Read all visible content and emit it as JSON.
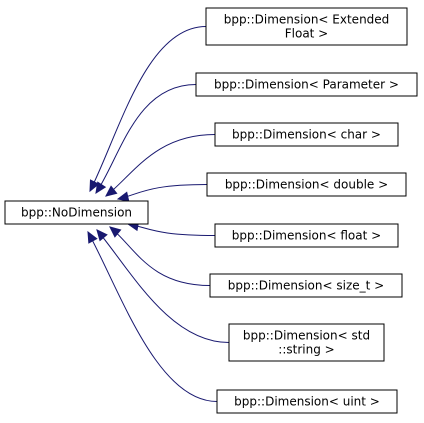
{
  "diagram": {
    "type": "inheritance-graph",
    "base_class": {
      "id": "base",
      "label": "bpp::NoDimension"
    },
    "derived_classes": [
      {
        "id": "d0",
        "lines": [
          "bpp::Dimension< Extended",
          "Float >"
        ]
      },
      {
        "id": "d1",
        "lines": [
          "bpp::Dimension< Parameter >"
        ]
      },
      {
        "id": "d2",
        "lines": [
          "bpp::Dimension< char >"
        ]
      },
      {
        "id": "d3",
        "lines": [
          "bpp::Dimension< double >"
        ]
      },
      {
        "id": "d4",
        "lines": [
          "bpp::Dimension< float >"
        ]
      },
      {
        "id": "d5",
        "lines": [
          "bpp::Dimension< size_t >"
        ]
      },
      {
        "id": "d6",
        "lines": [
          "bpp::Dimension< std",
          "::string >"
        ]
      },
      {
        "id": "d7",
        "lines": [
          "bpp::Dimension< uint >"
        ]
      }
    ],
    "edges": [
      {
        "from": "d0",
        "to": "base"
      },
      {
        "from": "d1",
        "to": "base"
      },
      {
        "from": "d2",
        "to": "base"
      },
      {
        "from": "d3",
        "to": "base"
      },
      {
        "from": "d4",
        "to": "base"
      },
      {
        "from": "d5",
        "to": "base"
      },
      {
        "from": "d6",
        "to": "base"
      },
      {
        "from": "d7",
        "to": "base"
      }
    ],
    "colors": {
      "edge": "#191970",
      "node_border": "#000000",
      "node_fill": "#ffffff",
      "text": "#000000"
    }
  }
}
